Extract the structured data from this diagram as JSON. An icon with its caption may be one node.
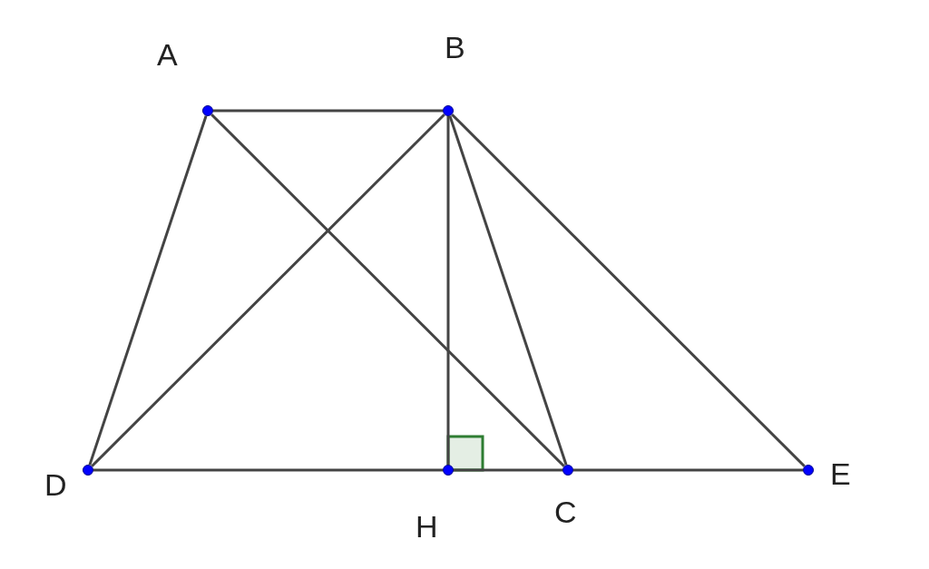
{
  "diagram": {
    "nodes": [
      {
        "text": [],
        "shape": "circle",
        "beside": [
          "A"
        ]
      },
      {
        "text": [],
        "shape": "circle",
        "beside": [
          "B"
        ]
      },
      {
        "text": [],
        "shape": "circle",
        "beside": [
          "D"
        ]
      },
      {
        "text": [],
        "shape": "circle",
        "beside": [
          "H"
        ]
      },
      {
        "text": [],
        "shape": "circle",
        "beside": [
          "C"
        ]
      },
      {
        "text": [],
        "shape": "circle",
        "beside": [
          "E"
        ]
      }
    ],
    "edges": [
      {
        "from": 0,
        "to": 1,
        "arrow": "none"
      },
      {
        "from": 0,
        "to": 2,
        "arrow": "none"
      },
      {
        "from": 0,
        "to": 4,
        "arrow": "none"
      },
      {
        "from": 1,
        "to": 2,
        "arrow": "none"
      },
      {
        "from": 1,
        "to": 3,
        "arrow": "none"
      },
      {
        "from": 1,
        "to": 4,
        "arrow": "none"
      },
      {
        "from": 1,
        "to": 5,
        "arrow": "none"
      },
      {
        "from": 2,
        "to": 3,
        "arrow": "none"
      },
      {
        "from": 3,
        "to": 4,
        "arrow": "none"
      },
      {
        "from": 4,
        "to": 5,
        "arrow": "none"
      }
    ]
  }
}
